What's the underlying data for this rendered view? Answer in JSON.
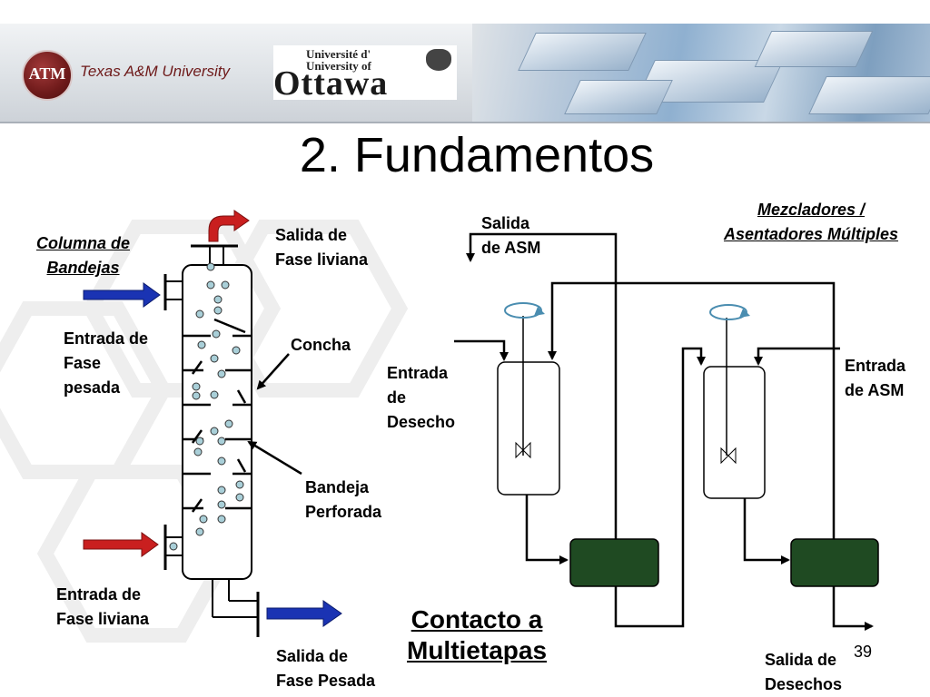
{
  "header": {
    "tamu_logo_text": "ATM",
    "tamu_name": "Texas A&M University",
    "ottawa_line1": "Université d'",
    "ottawa_line2": "University of",
    "ottawa_main": "Ottawa"
  },
  "title": "2. Fundamentos",
  "column_diagram": {
    "caption_line1": "Columna de",
    "caption_line2": "Bandejas",
    "light_outlet_line1": "Salida de",
    "light_outlet_line2": "Fase liviana",
    "heavy_inlet_line1": "Entrada de",
    "heavy_inlet_line2": "Fase",
    "heavy_inlet_line3": "pesada",
    "shell_label": "Concha",
    "tray_label_line1": "Bandeja",
    "tray_label_line2": "Perforada",
    "light_inlet_line1": "Entrada de",
    "light_inlet_line2": "Fase liviana",
    "heavy_outlet_line1": "Salida de",
    "heavy_outlet_line2": "Fase Pesada"
  },
  "mixer_diagram": {
    "caption_line1": "Mezcladores /",
    "caption_line2": "Asentadores Múltiples",
    "asm_outlet_line1": "Salida",
    "asm_outlet_line2": "de ASM",
    "waste_inlet_line1": "Entrada",
    "waste_inlet_line2": "de",
    "waste_inlet_line3": "Desecho",
    "asm_inlet_line1": "Entrada",
    "asm_inlet_line2": "de ASM",
    "waste_outlet_line1": "Salida de",
    "waste_outlet_line2": "Desechos"
  },
  "contact_label_line1": "Contacto a",
  "contact_label_line2": "Multietapas",
  "page_number": "39",
  "colors": {
    "heavy_arrow": "#1a33b3",
    "light_arrow": "#c91f1f",
    "settler": "#1f4a22",
    "bubble": "#a9cfd8",
    "maroon": "#6e1a1a"
  }
}
